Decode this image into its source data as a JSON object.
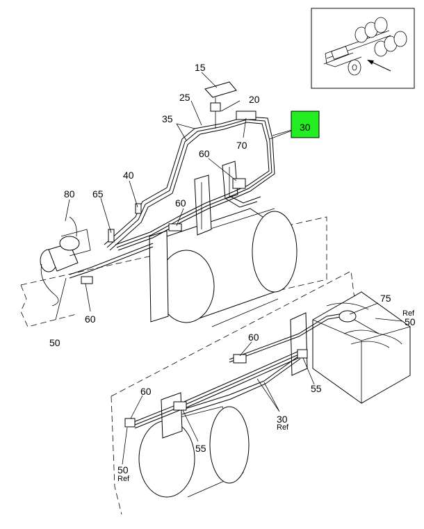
{
  "callouts": {
    "c15": "15",
    "c25": "25",
    "c20": "20",
    "c35": "35",
    "c30_highlight": "30",
    "c70": "70",
    "c60_upper": "60",
    "c40": "40",
    "c80": "80",
    "c65": "65",
    "c60_mid": "60",
    "c60_left": "60",
    "c50_left": "50",
    "c75": "75",
    "c50_right": "50",
    "c50_right_ref": "Ref",
    "c60_lower": "60",
    "c55_right": "55",
    "c60_lowleft": "60",
    "c30_lower": "30",
    "c30_lower_ref": "Ref",
    "c55_lower": "55",
    "c50_bottom": "50",
    "c50_bottom_ref": "Ref"
  },
  "colors": {
    "highlight": "#22ee22",
    "line": "#000000",
    "background": "#ffffff"
  }
}
